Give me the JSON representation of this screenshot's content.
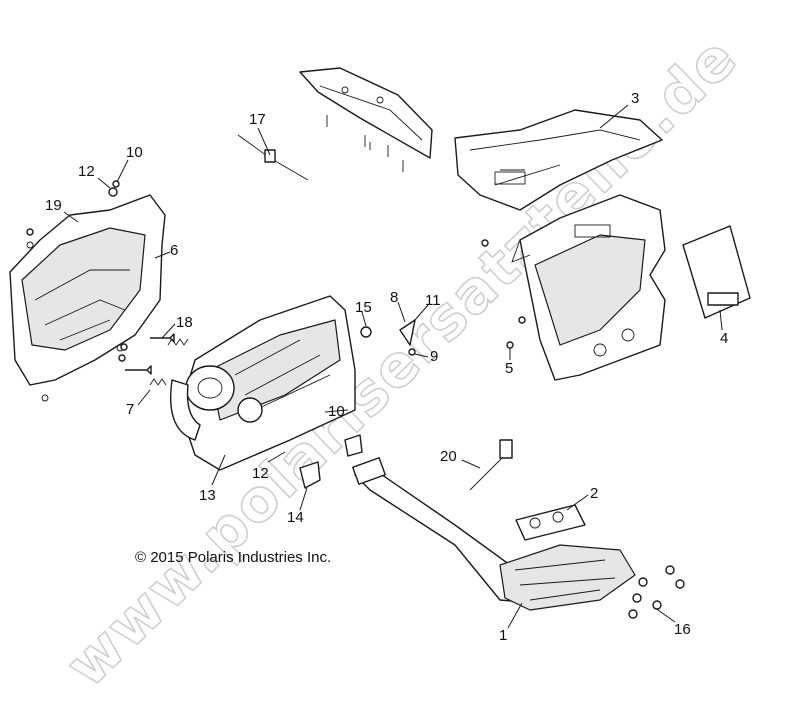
{
  "watermark": "www.polarisersatzteile.de",
  "copyright": "© 2015 Polaris Industries Inc.",
  "callouts": [
    "17",
    "3",
    "12",
    "10",
    "19",
    "6",
    "8",
    "11",
    "15",
    "9",
    "18",
    "4",
    "7",
    "5",
    "10",
    "20",
    "12",
    "2",
    "13",
    "14",
    "1",
    "16"
  ]
}
